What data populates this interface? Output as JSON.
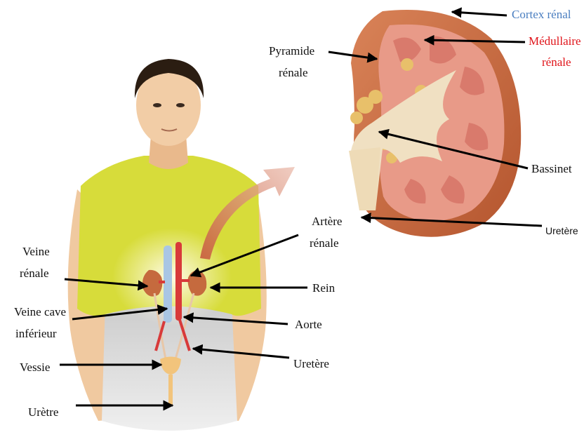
{
  "labels": {
    "cortex_renal": "Cortex rénal",
    "medullaire_line1": "Médullaire",
    "medullaire_line2": "rénale",
    "pyramide_line1": "Pyramide",
    "pyramide_line2": "rénale",
    "bassinet": "Bassinet",
    "uretere_kidney": "Uretère",
    "artere_line1": "Artère",
    "artere_line2": "rénale",
    "veine_renale_line1": "Veine",
    "veine_renale_line2": "rénale",
    "rein": "Rein",
    "veine_cave_line1": "Veine cave",
    "veine_cave_line2": "inférieur",
    "aorte": "Aorte",
    "vessie": "Vessie",
    "uretere_body": "Uretère",
    "uretre": "Urètre"
  },
  "colors": {
    "label_text": "#111111",
    "cortex_label": "#4a7ec0",
    "medullaire_label": "#e0141a",
    "kidney": "#c56a3e",
    "shirt": "#d7dc3a",
    "artery": "#d83a3a",
    "vein": "#a9c6e4"
  }
}
